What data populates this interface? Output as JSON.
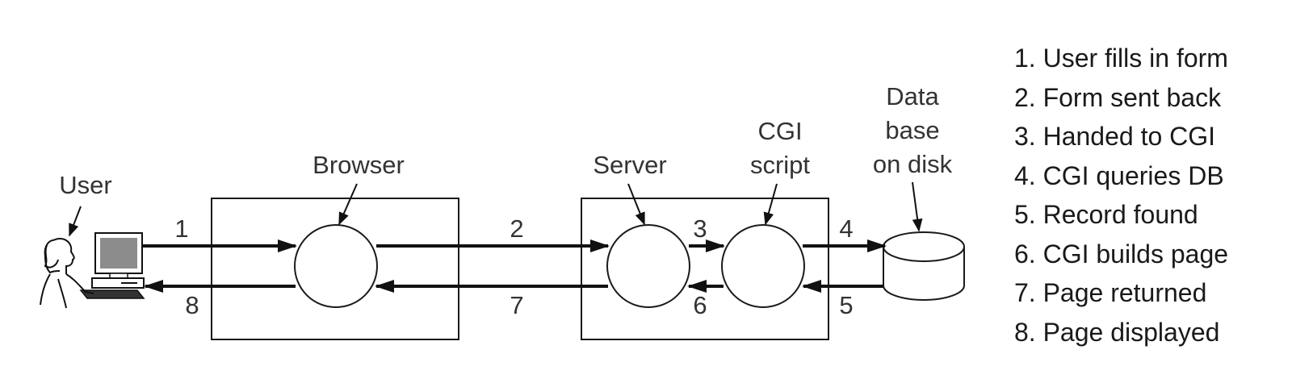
{
  "labels": {
    "user": "User",
    "browser": "Browser",
    "server": "Server",
    "cgi_script": [
      "CGI",
      "script"
    ],
    "database": [
      "Data",
      "base",
      "on disk"
    ]
  },
  "flow_numbers": [
    "1",
    "2",
    "3",
    "4",
    "5",
    "6",
    "7",
    "8"
  ],
  "legend": [
    "1. User fills in form",
    "2. Form sent back",
    "3. Handed to CGI",
    "4. CGI queries DB",
    "5. Record found",
    "6. CGI builds page",
    "7. Page returned",
    "8. Page displayed"
  ]
}
